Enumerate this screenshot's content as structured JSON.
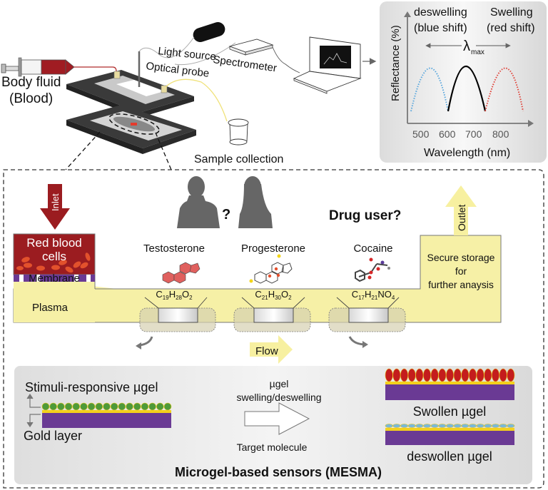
{
  "setup": {
    "body_fluid_line1": "Body fluid",
    "body_fluid_line2": "(Blood)",
    "light_source": "Light source",
    "optical_probe": "Optical probe",
    "spectrometer": "Spectrometer",
    "sample_collection": "Sample collection"
  },
  "spectrum": {
    "left_label_1": "deswelling",
    "left_label_2": "(blue shift)",
    "right_label_1": "Swelling",
    "right_label_2": "(red shift)",
    "lambda": "λ",
    "lambda_sub": "max",
    "ylabel": "Reflectance (%)",
    "xlabel": "Wavelength (nm)",
    "xticks": [
      "500",
      "600",
      "700",
      "800"
    ],
    "colors": {
      "blue": "#5aa7dd",
      "black": "#000000",
      "red": "#e0433a"
    }
  },
  "chip": {
    "inlet": "Inlet",
    "outlet": "Outlet",
    "rbc_line1": "Red blood",
    "rbc_line2": "cells",
    "membrane": "Membrane",
    "plasma": "Plasma",
    "question": "?",
    "drug_user": "Drug user?",
    "storage_line1": "Secure storage",
    "storage_line2": "for",
    "storage_line3": "further anaysis",
    "flow": "Flow",
    "molecules": [
      {
        "name": "Testosterone",
        "formula": [
          [
            "C",
            "19"
          ],
          [
            "H",
            "28"
          ],
          [
            "O",
            "2"
          ]
        ]
      },
      {
        "name": "Progesterone",
        "formula": [
          [
            "C",
            "21"
          ],
          [
            "H",
            "30"
          ],
          [
            "O",
            "2"
          ]
        ]
      },
      {
        "name": "Cocaine",
        "formula": [
          [
            "C",
            "17"
          ],
          [
            "H",
            "21"
          ],
          [
            "NO",
            "4"
          ]
        ]
      }
    ],
    "colors": {
      "blood": "#9b1c20",
      "membrane": "#6a3a94",
      "plasma": "#f6f0a6",
      "arrow_yellow": "#f7f0a0"
    }
  },
  "sensor": {
    "stimuli": "Stimuli-responsive µgel",
    "gold": "Gold layer",
    "swelling_1": "µgel",
    "swelling_2": "swelling/deswelling",
    "target": "Target molecule",
    "swollen": "Swollen µgel",
    "deswollen": "deswollen µgel",
    "title": "Microgel-based sensors (MESMA)"
  }
}
